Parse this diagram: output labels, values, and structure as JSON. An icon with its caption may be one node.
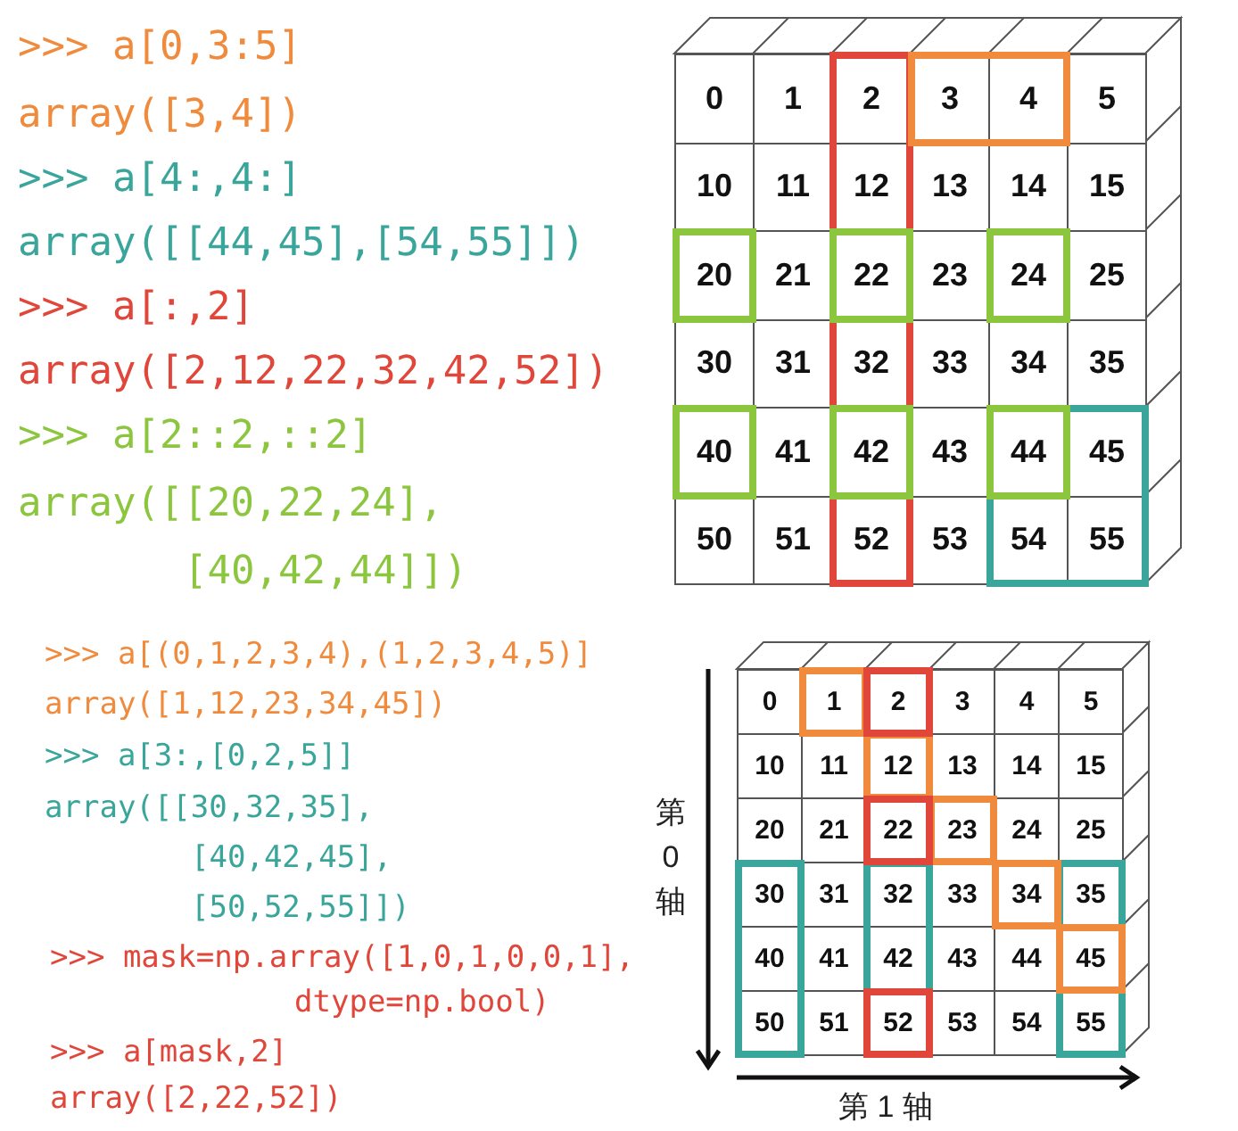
{
  "diagram": {
    "labels": [
      ">>> a[0,3:5]",
      "array([3,4])",
      ">>> a[4:,4:]",
      "array([[44,45],[54,55]])",
      ">>> a[:,2]",
      "array([2,12,22,32,42,52])",
      ">>> a[2::2,::2]",
      "array([[20,22,24],",
      "[40,42,44]])",
      "0",
      "1",
      "2",
      "3",
      "4",
      "5",
      "10",
      "11",
      "12",
      "13",
      "14",
      "15",
      "20",
      "21",
      "22",
      "23",
      "24",
      "25",
      "30",
      "31",
      "32",
      "33",
      "34",
      "35",
      "40",
      "41",
      "42",
      "43",
      "44",
      "45",
      "50",
      "51",
      "52",
      "53",
      "54",
      "55",
      ">>> a[(0,1,2,3,4),(1,2,3,4,5)]",
      "array([1,12,23,34,45])",
      ">>> a[3:,[0,2,5]]",
      "array([[30,32,35],",
      "[40,42,45],",
      "[50,52,55]])",
      ">>> mask=np.array([1,0,1,0,0,1],",
      "dtype=np.bool)",
      ">>> a[mask,2]",
      "array([2,22,52])",
      "第0轴",
      "0",
      "1",
      "2",
      "3",
      "4",
      "5",
      "10",
      "11",
      "12",
      "13",
      "14",
      "15",
      "20",
      "21",
      "22",
      "23",
      "24",
      "25",
      "30",
      "31",
      "32",
      "33",
      "34",
      "35",
      "40",
      "41",
      "42",
      "43",
      "44",
      "45",
      "50",
      "51",
      "52",
      "53",
      "54",
      "55",
      "第 1 轴"
    ]
  }
}
